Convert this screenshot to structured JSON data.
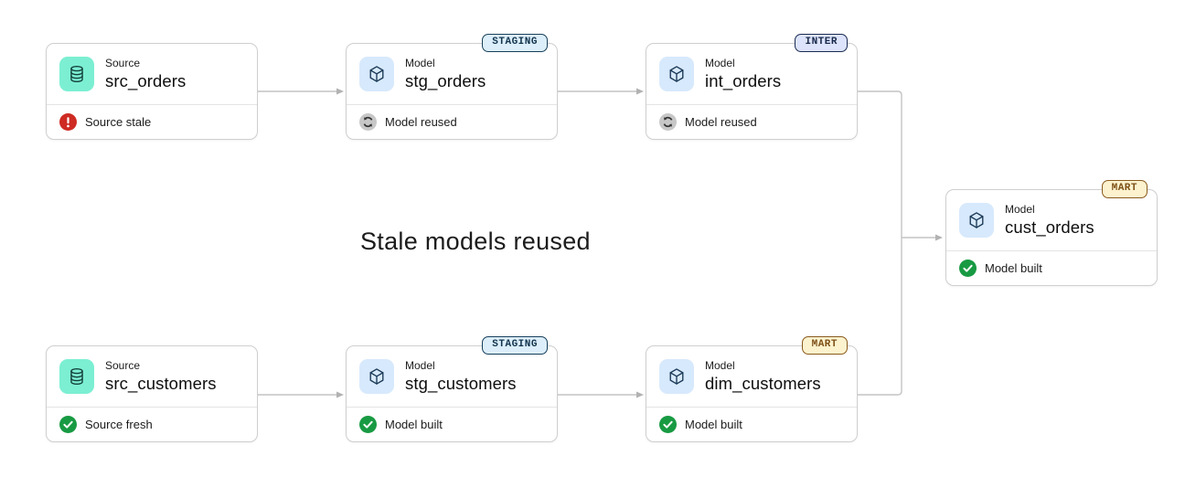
{
  "caption": "Stale models reused",
  "nodes": [
    {
      "id": "src_orders",
      "type_label": "Source",
      "name": "src_orders",
      "badge": null,
      "status": "Source stale",
      "status_kind": "stale"
    },
    {
      "id": "stg_orders",
      "type_label": "Model",
      "name": "stg_orders",
      "badge": "STAGING",
      "status": "Model reused",
      "status_kind": "reused"
    },
    {
      "id": "int_orders",
      "type_label": "Model",
      "name": "int_orders",
      "badge": "INTER",
      "status": "Model reused",
      "status_kind": "reused"
    },
    {
      "id": "cust_orders",
      "type_label": "Model",
      "name": "cust_orders",
      "badge": "MART",
      "status": "Model built",
      "status_kind": "built"
    },
    {
      "id": "src_customers",
      "type_label": "Source",
      "name": "src_customers",
      "badge": null,
      "status": "Source fresh",
      "status_kind": "fresh"
    },
    {
      "id": "stg_customers",
      "type_label": "Model",
      "name": "stg_customers",
      "badge": "STAGING",
      "status": "Model built",
      "status_kind": "built"
    },
    {
      "id": "dim_customers",
      "type_label": "Model",
      "name": "dim_customers",
      "badge": "MART",
      "status": "Model built",
      "status_kind": "built"
    }
  ],
  "edges": [
    {
      "from": "src_orders",
      "to": "stg_orders"
    },
    {
      "from": "stg_orders",
      "to": "int_orders"
    },
    {
      "from": "int_orders",
      "to": "cust_orders"
    },
    {
      "from": "src_customers",
      "to": "stg_customers"
    },
    {
      "from": "stg_customers",
      "to": "dim_customers"
    },
    {
      "from": "dim_customers",
      "to": "cust_orders"
    }
  ],
  "theme": {
    "card_border": "#cfcfcf",
    "edge_color": "#c4c4c4",
    "edge_arrow": "#b2b2b2",
    "source_icon_bg": "#7cefd2",
    "source_icon_ink": "#123f3a",
    "model_icon_bg": "#d7e9fc",
    "model_icon_ink": "#1b3a57",
    "staging_bg": "#dceefa",
    "staging_border": "#17405c",
    "staging_ink": "#12344d",
    "inter_bg": "#dce3fa",
    "inter_border": "#1a2b52",
    "inter_ink": "#18284a",
    "mart_bg": "#fcf2ce",
    "mart_border": "#8a5a1e",
    "mart_ink": "#7c4f16",
    "status_red": "#ce2b23",
    "status_green": "#189a43",
    "status_gray": "#c7c7c7",
    "status_gray_ink": "#333333"
  }
}
